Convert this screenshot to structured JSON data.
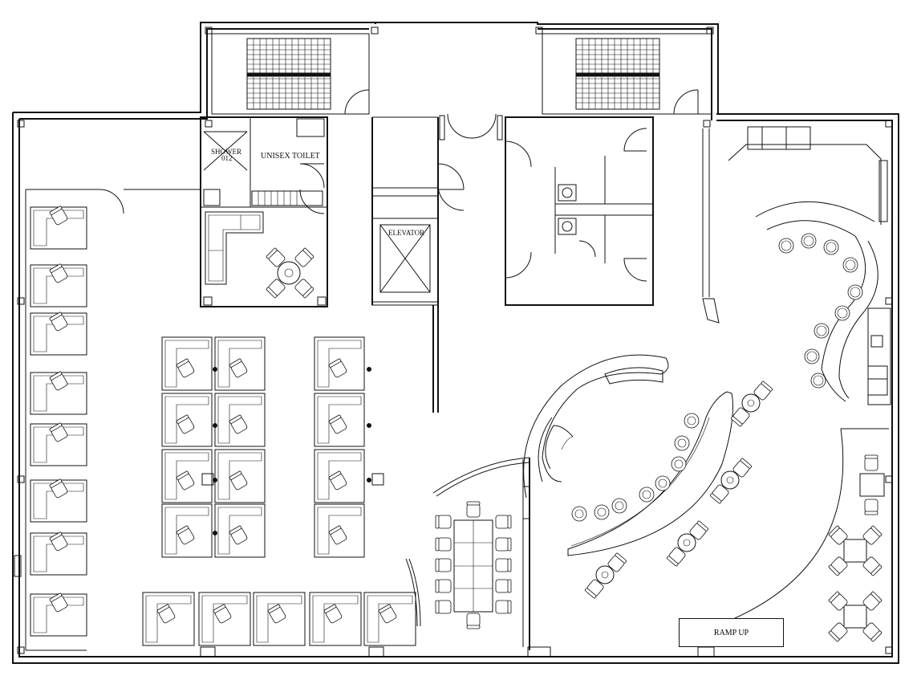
{
  "labels": {
    "shower": "SHOWER",
    "shower_no": "012",
    "unisex_toilet": "UNISEX TOILET",
    "elevator": "ELEVATOR",
    "ramp_up": "RAMP UP"
  }
}
